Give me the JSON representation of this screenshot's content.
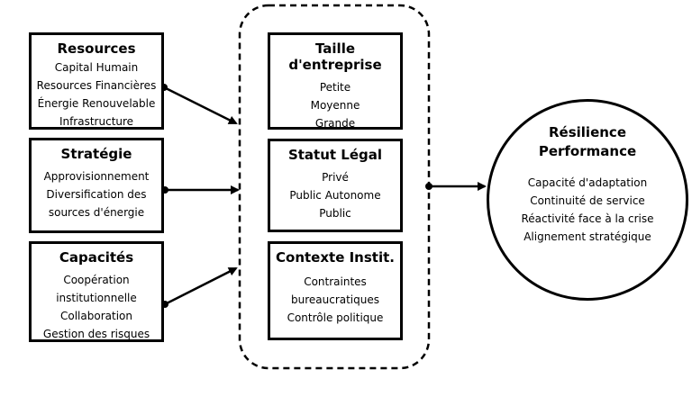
{
  "left_boxes": [
    {
      "title": "Resources",
      "items": [
        "Capital Humain",
        "Resources Financières",
        "Énergie Renouvelable",
        "Infrastructure"
      ]
    },
    {
      "title": "Stratégie",
      "items": [
        "Approvisionnement",
        "Diversification des",
        "sources d'énergie"
      ]
    },
    {
      "title": "Capacités",
      "items": [
        "Coopération",
        "institutionnelle",
        "Collaboration",
        "Gestion des risques"
      ]
    }
  ],
  "middle_boxes": [
    {
      "title": "Taille d'entreprise",
      "items": [
        "Petite",
        "Moyenne",
        "Grande"
      ]
    },
    {
      "title": "Statut Légal",
      "items": [
        "Privé",
        "Public Autonome",
        "Public"
      ]
    },
    {
      "title": "Contexte Instit.",
      "items": [
        "Contraintes",
        "bureaucratiques",
        "Contrôle politique"
      ]
    }
  ],
  "outcome": {
    "titles": [
      "Résilience",
      "Performance"
    ],
    "items": [
      "Capacité d'adaptation",
      "Continuité de service",
      "Réactivité face à la crise",
      "Alignement stratégique"
    ]
  },
  "colors": {
    "line": "#000000",
    "background": "#ffffff"
  }
}
